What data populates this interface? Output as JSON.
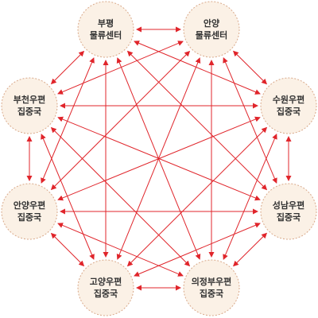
{
  "colors": {
    "node_fill": "#fbf1e6",
    "node_border": "#d9a98a",
    "arrow": "#e0252b",
    "text": "#333333"
  },
  "nodes": [
    {
      "id": "bupyeong",
      "lines": [
        "부평",
        "물류센터"
      ]
    },
    {
      "id": "anyang-logistics",
      "lines": [
        "안양",
        "물류센터"
      ]
    },
    {
      "id": "suwon",
      "lines": [
        "수원우편",
        "집중국"
      ]
    },
    {
      "id": "seongnam",
      "lines": [
        "성남우편",
        "집중국"
      ]
    },
    {
      "id": "uijeongbu",
      "lines": [
        "의정부우편",
        "집중국"
      ]
    },
    {
      "id": "goyang",
      "lines": [
        "고양우편",
        "집중국"
      ]
    },
    {
      "id": "anyang-post",
      "lines": [
        "안양우편",
        "집중국"
      ]
    },
    {
      "id": "bucheon",
      "lines": [
        "부천우편",
        "집중국"
      ]
    }
  ]
}
